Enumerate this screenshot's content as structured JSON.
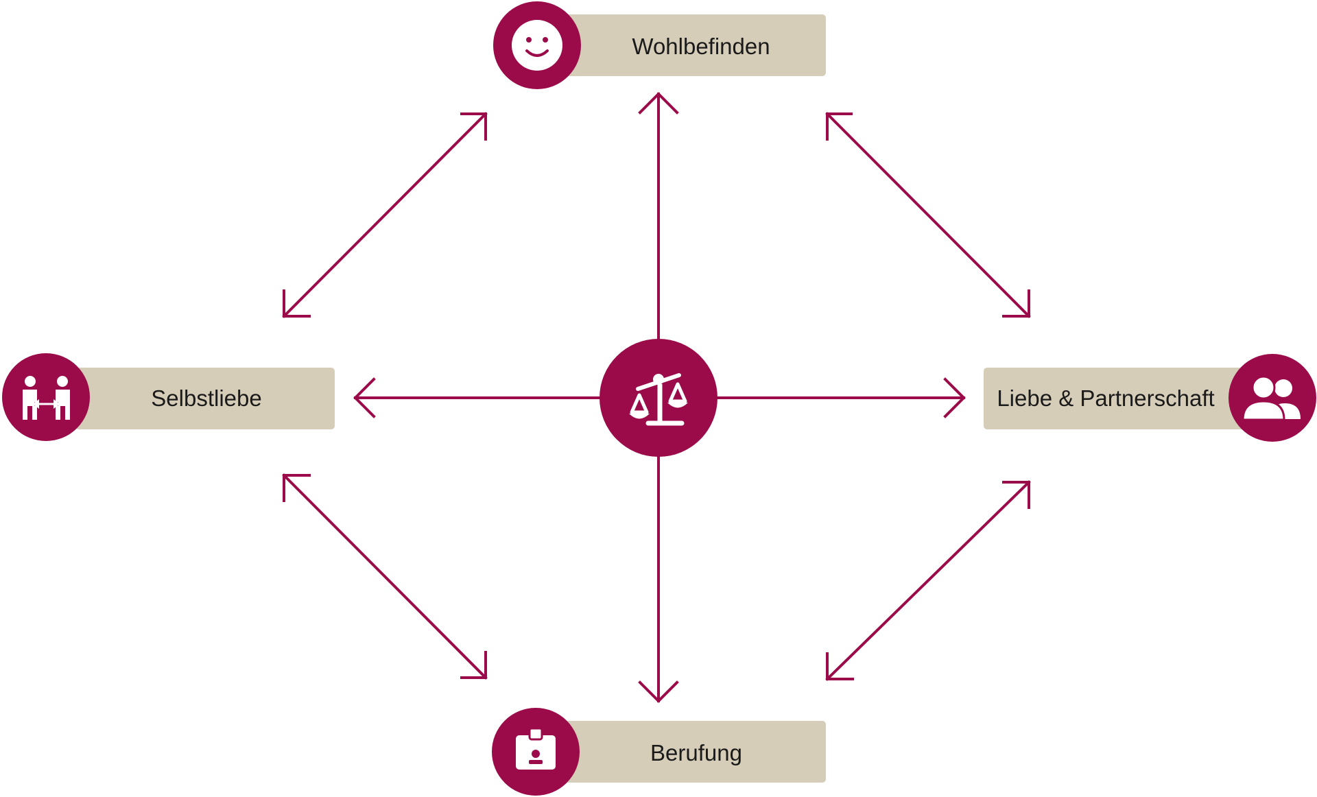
{
  "colors": {
    "accent": "#9B0A49",
    "box": "#D6CDB9",
    "icon_fg": "#FFFFFF",
    "text": "#1a1a1a"
  },
  "center": {
    "icon": "balance-scale-icon"
  },
  "nodes": {
    "top": {
      "label": "Wohlbefinden",
      "icon": "smiley-face-icon"
    },
    "left": {
      "label": "Selbstliebe",
      "icon": "two-people-exchange-icon"
    },
    "right": {
      "label": "Liebe & Partnerschaft",
      "icon": "user-group-icon"
    },
    "bottom": {
      "label": "Berufung",
      "icon": "id-badge-icon"
    }
  }
}
